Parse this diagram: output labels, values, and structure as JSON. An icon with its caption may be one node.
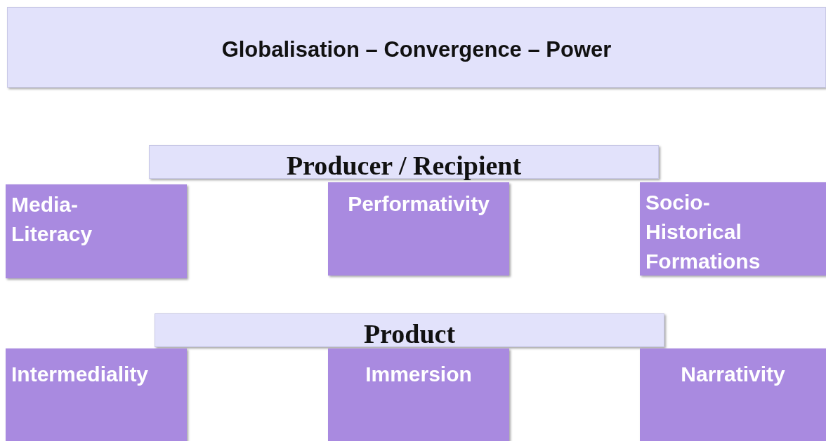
{
  "diagram": {
    "nodes": [
      {
        "text": [
          "Globalisation – Convergence – Power"
        ]
      },
      {
        "text": [
          "Producer / Recipient"
        ]
      },
      {
        "text": [
          "Media-Literacy"
        ]
      },
      {
        "text": [
          "Performativity"
        ]
      },
      {
        "text": [
          "Socio-Historical Formations"
        ]
      },
      {
        "text": [
          "Product"
        ]
      },
      {
        "text": [
          "Intermediality"
        ]
      },
      {
        "text": [
          "Immersion"
        ]
      },
      {
        "text": [
          "Narrativity"
        ]
      }
    ]
  }
}
